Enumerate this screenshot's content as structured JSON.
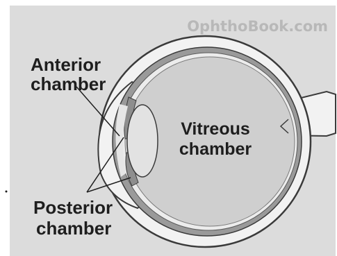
{
  "watermark": "OphthoBook.com",
  "labels": {
    "anterior_line1": "Anterior",
    "anterior_line2": "chamber",
    "vitreous_line1": "Vitreous",
    "vitreous_line2": "chamber",
    "posterior_line1": "Posterior",
    "posterior_line2": "chamber"
  },
  "colors": {
    "background": "#dcdcdc",
    "sclera": "#f2f2f2",
    "choroid": "#9a9a9a",
    "vitreous": "#cfcfcf",
    "outline": "#3a3a3a",
    "text": "#1e1e1e"
  }
}
